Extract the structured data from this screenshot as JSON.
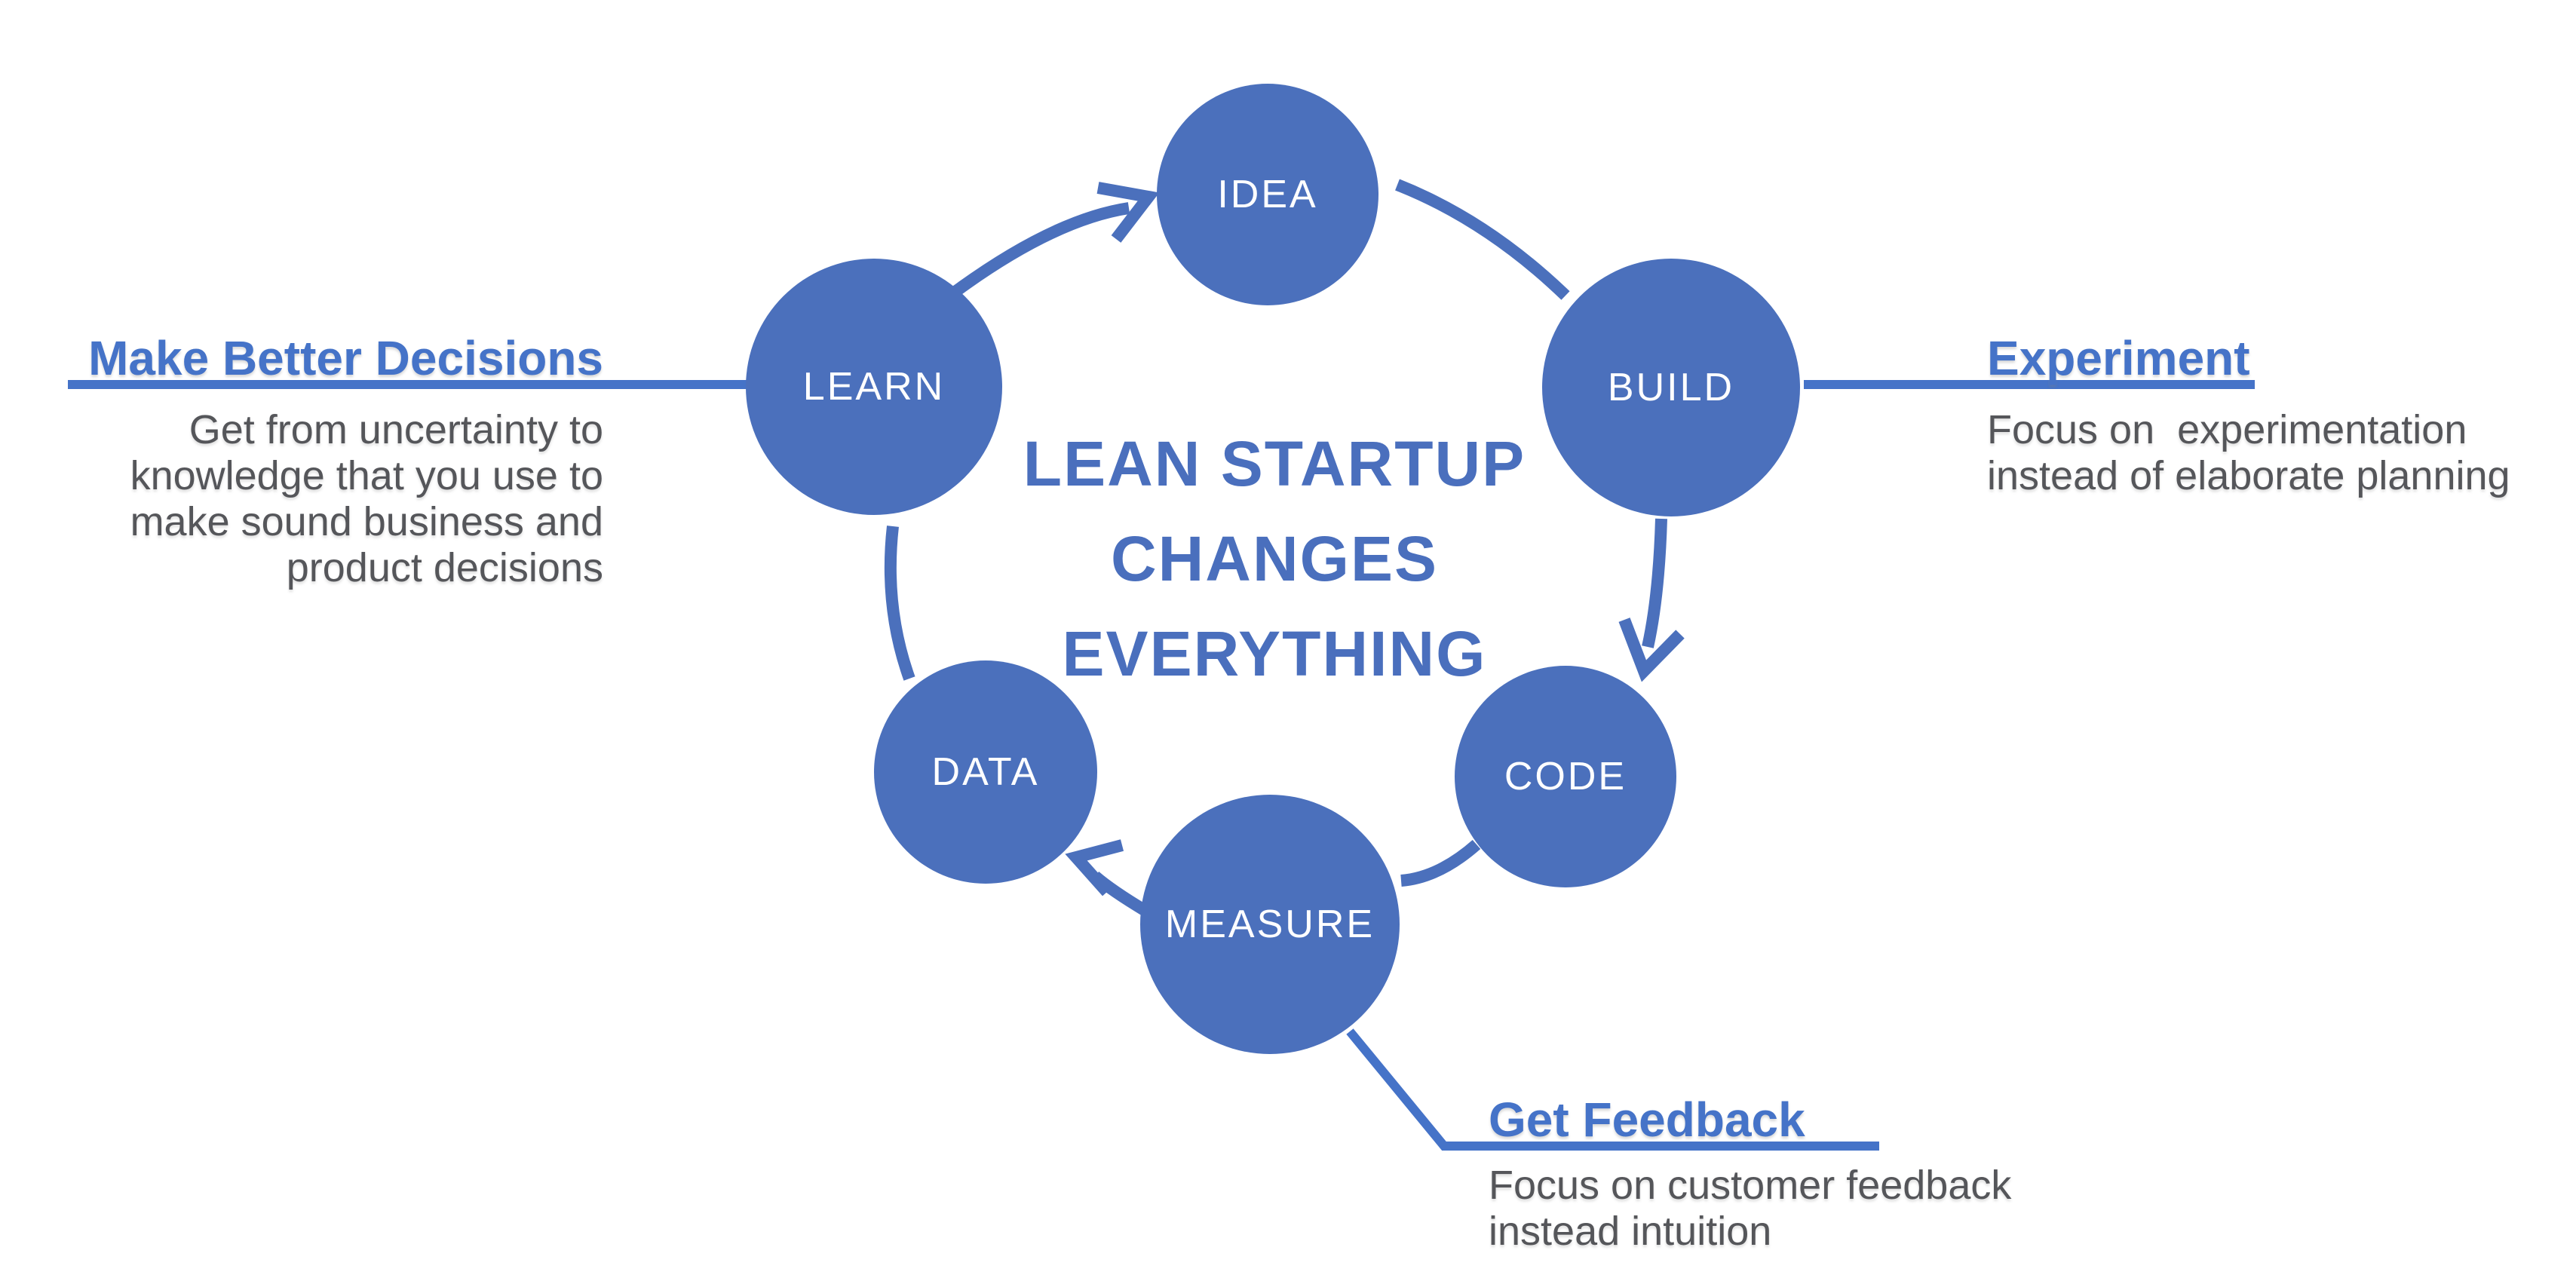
{
  "colors": {
    "shape_blue": "#4b70bc",
    "title_blue": "#4a6fbd",
    "heading_blue": "#4573c8",
    "body_gray": "#55565a",
    "circle_text": "#ffffff",
    "background": "#ffffff"
  },
  "title": {
    "lines": [
      "LEAN STARTUP",
      "CHANGES",
      "EVERYTHING"
    ]
  },
  "cycle": {
    "steps": [
      {
        "id": "idea",
        "label": "IDEA"
      },
      {
        "id": "build",
        "label": "BUILD"
      },
      {
        "id": "code",
        "label": "CODE"
      },
      {
        "id": "measure",
        "label": "MEASURE"
      },
      {
        "id": "data",
        "label": "DATA"
      },
      {
        "id": "learn",
        "label": "LEARN"
      }
    ]
  },
  "annotations": {
    "left": {
      "heading": "Make Better Decisions",
      "body_lines": [
        "Get from uncertainty to",
        "knowledge that you use to",
        "make sound business and",
        "product decisions"
      ]
    },
    "right": {
      "heading": "Experiment",
      "body_lines": [
        "Focus on  experimentation",
        "instead of elaborate planning"
      ]
    },
    "bottom": {
      "heading": "Get Feedback",
      "body_lines": [
        "Focus on customer feedback",
        "instead intuition"
      ]
    }
  }
}
